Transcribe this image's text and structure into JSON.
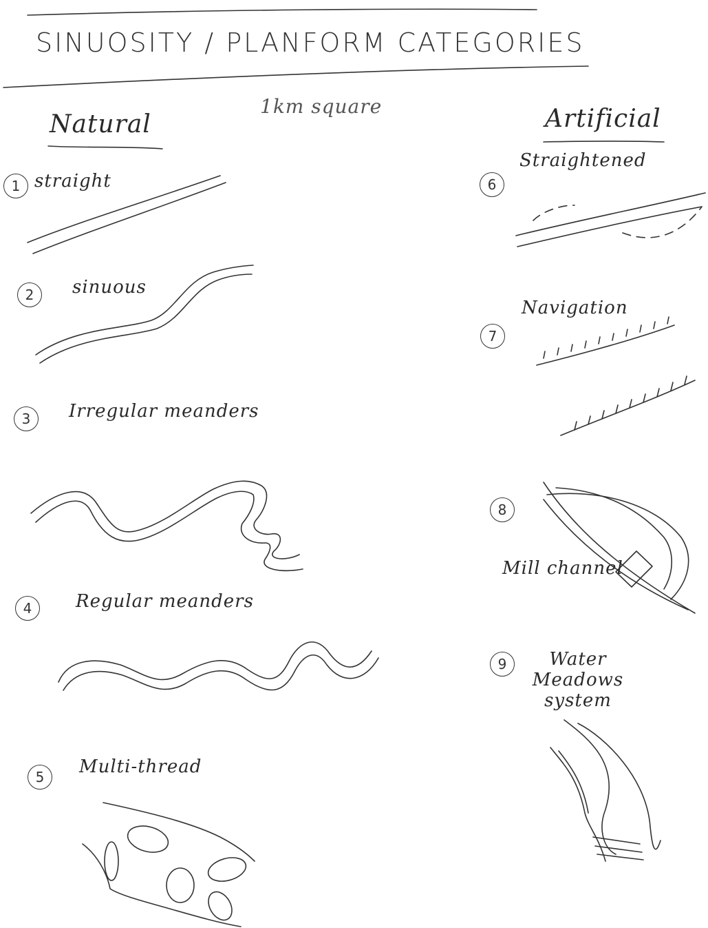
{
  "title": "SINUOSITY / PLANFORM CATEGORIES",
  "scale_note": "1km square",
  "columns": {
    "natural": "Natural",
    "artificial": "Artificial"
  },
  "categories": [
    {
      "number": "1",
      "label": "straight",
      "group": "natural"
    },
    {
      "number": "2",
      "label": "sinuous",
      "group": "natural"
    },
    {
      "number": "3",
      "label": "Irregular meanders",
      "group": "natural"
    },
    {
      "number": "4",
      "label": "Regular meanders",
      "group": "natural"
    },
    {
      "number": "5",
      "label": "Multi-thread",
      "group": "natural"
    },
    {
      "number": "6",
      "label": "Straightened",
      "group": "artificial"
    },
    {
      "number": "7",
      "label": "Navigation",
      "group": "artificial"
    },
    {
      "number": "8",
      "label": "Mill channel",
      "group": "artificial"
    },
    {
      "number": "9",
      "label": "Water Meadows system",
      "group": "artificial"
    }
  ]
}
